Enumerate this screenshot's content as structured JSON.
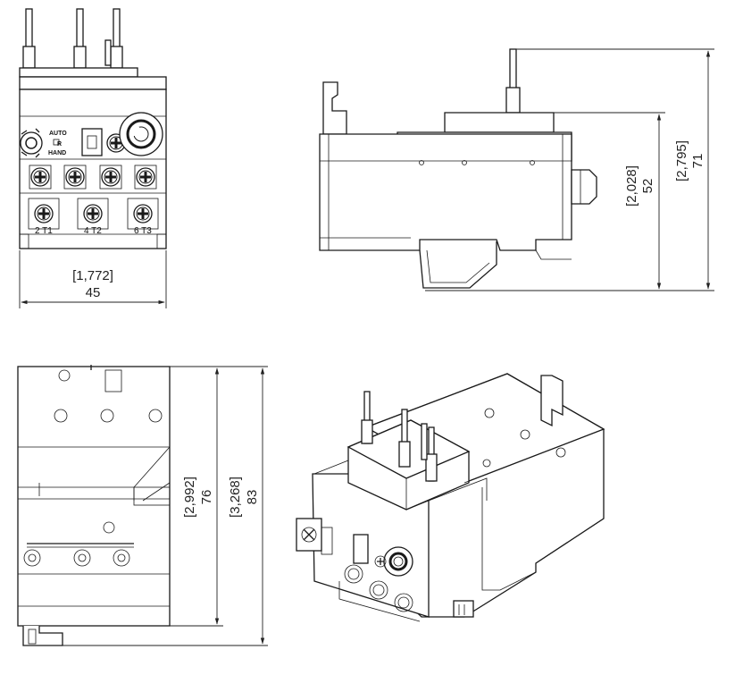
{
  "front_view": {
    "dim_width_in": "[1,772]",
    "dim_width_mm": "45",
    "terminal_labels": [
      "2 T1",
      "4 T2",
      "6 T3"
    ],
    "selector": {
      "top": "AUTO",
      "mid": "R",
      "bottom": "HAND"
    }
  },
  "side_view": {
    "dim_body_in": "[2,028]",
    "dim_body_mm": "52",
    "dim_total_in": "[2,795]",
    "dim_total_mm": "71"
  },
  "bottom_view": {
    "dim_a_in": "[2,992]",
    "dim_a_mm": "76",
    "dim_b_in": "[3,268]",
    "dim_b_mm": "83"
  }
}
